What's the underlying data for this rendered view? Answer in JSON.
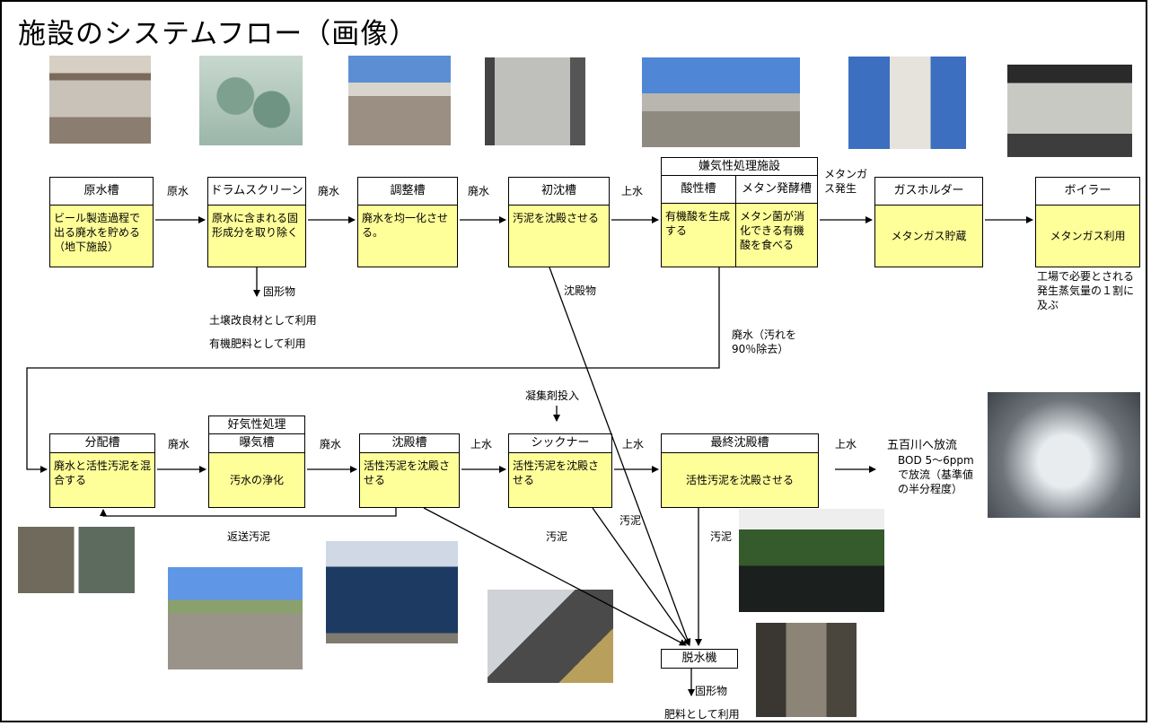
{
  "title": "施設のシステムフロー（画像）",
  "top_row": {
    "raw_tank": {
      "header": "原水槽",
      "body": "ビール製造過程で出る廃水を貯める（地下施設）"
    },
    "drum_screen": {
      "header": "ドラムスクリーン",
      "body": "原水に含まれる固形成分を取り除く"
    },
    "equalization": {
      "header": "調整槽",
      "body": "廃水を均一化させる。"
    },
    "primary_settling": {
      "header": "初沈槽",
      "body": "汚泥を沈殿させる"
    },
    "anaerobic_group": "嫌気性処理施設",
    "acid_tank": {
      "header": "酸性槽",
      "body": "有機酸を生成する"
    },
    "methane_tank": {
      "header": "メタン発酵槽",
      "body": "メタン菌が消化できる有機酸を食べる"
    },
    "gas_holder": {
      "header": "ガスホルダー",
      "body": "メタンガス貯蔵"
    },
    "boiler": {
      "header": "ボイラー",
      "body": "メタンガス利用"
    }
  },
  "top_labels": {
    "raw_water": "原水",
    "waste_1": "廃水",
    "waste_2": "廃水",
    "supernatant": "上水",
    "methane_gen": "メタンガス発生",
    "solids": "固形物",
    "soil_use": "土壌改良材として利用",
    "fertilizer_use": "有機肥料として利用",
    "sediment": "沈殿物",
    "boiler_note": "工場で必要とされる発生蒸気量の１割に及ぶ",
    "waste_removed": "廃水（汚れを90％除去）"
  },
  "bottom_row": {
    "distribution": {
      "header": "分配槽",
      "body": "廃水と活性汚泥を混合する"
    },
    "aerobic_group": "好気性処理",
    "aeration": {
      "header": "曝気槽",
      "body": "汚水の浄化"
    },
    "settling": {
      "header": "沈殿槽",
      "body": "活性汚泥を沈殿させる"
    },
    "thickener": {
      "header": "シックナー",
      "body": "活性汚泥を沈殿させる"
    },
    "final_settling": {
      "header": "最終沈殿槽",
      "body": "活性汚泥を沈殿させる"
    },
    "dewatering": {
      "header": "脱水機"
    }
  },
  "bottom_labels": {
    "waste_a": "廃水",
    "waste_b": "廃水",
    "super_a": "上水",
    "super_b": "上水",
    "super_c": "上水",
    "coagulant": "凝集剤投入",
    "return_sludge": "返送汚泥",
    "sludge_1": "汚泥",
    "sludge_2": "汚泥",
    "sludge_3": "汚泥",
    "discharge": "五百川へ放流",
    "bod_note": "BOD 5〜6ppm で放流（基準値の半分程度）",
    "dewater_solids": "固形物",
    "dewater_use": "肥料として利用"
  },
  "colors": {
    "box_body": "#ffff99",
    "line": "#000000"
  }
}
